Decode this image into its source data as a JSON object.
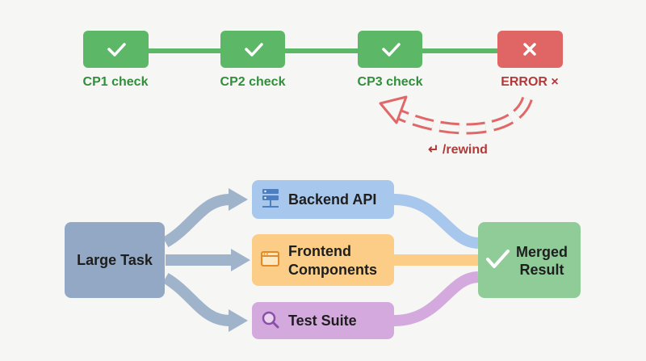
{
  "checkpoints": [
    {
      "label": "CP1 check",
      "status": "pass",
      "icon": "check-icon"
    },
    {
      "label": "CP2 check",
      "status": "pass",
      "icon": "check-icon"
    },
    {
      "label": "CP3 check",
      "status": "pass",
      "icon": "check-icon"
    },
    {
      "label": "ERROR ×",
      "status": "error",
      "icon": "close-icon"
    }
  ],
  "rewind": {
    "label": "↵ /rewind",
    "icon": "return-arrow-icon"
  },
  "workflow": {
    "source": {
      "label": "Large Task"
    },
    "tasks": [
      {
        "label_lines": [
          "Backend API"
        ],
        "icon": "server-icon"
      },
      {
        "label_lines": [
          "Frontend",
          "Components"
        ],
        "icon": "browser-window-icon"
      },
      {
        "label_lines": [
          "Test Suite"
        ],
        "icon": "magnifier-icon"
      }
    ],
    "result": {
      "label_lines": [
        "Merged",
        "Result"
      ],
      "icon": "check-icon"
    }
  },
  "colors": {
    "pass": "#5cb866",
    "pass_text": "#2f8f3a",
    "error": "#e06565",
    "error_text": "#b43a3a",
    "rewind_arrow": "#e06868",
    "source_box": "#92a8c4",
    "arrow_blue": "#9fb3cb",
    "backend": "#a7c7ec",
    "frontend": "#fbcd87",
    "tests": "#d4aade",
    "merged": "#8fcc98",
    "tests_icon": "#8a4fa8"
  }
}
